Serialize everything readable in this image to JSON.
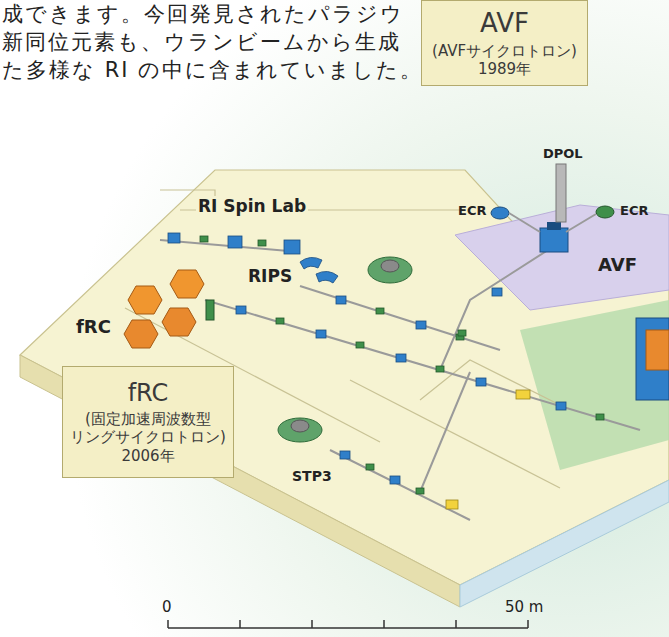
{
  "diagram": {
    "nodes": [
      {
        "text": [
          "AVF",
          "(AVFサイクロトロン) 1989年"
        ]
      },
      {
        "text": [
          "fRC",
          "(固定加速周波数型 リングサイクロトロン) 2006年"
        ]
      }
    ],
    "labels": [
      "成できます。今回発見されたパラジウ",
      "新同位元素も、ウランビームから生成",
      "た多様な RI の中に含まれていました。",
      "DPOL",
      "ECR",
      "ECR",
      "RI Spin Lab",
      "AVF",
      "RIPS",
      "fRC",
      "STP3",
      "0",
      "50 m"
    ]
  }
}
